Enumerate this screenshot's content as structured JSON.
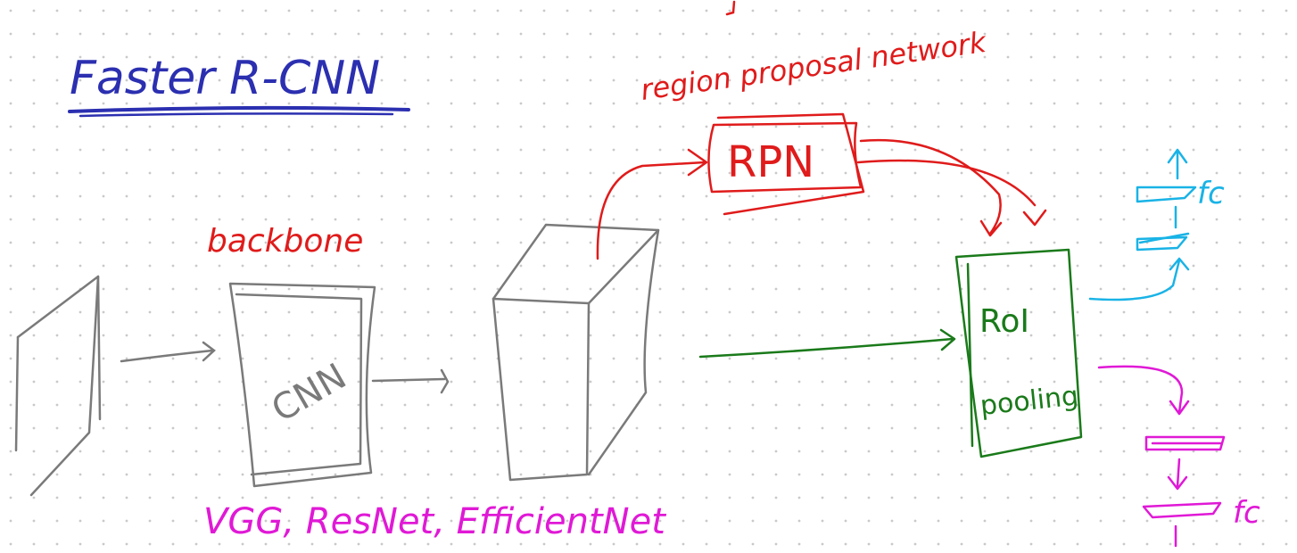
{
  "title": "Faster R-CNN",
  "labels": {
    "rpn_header": "region proposal network",
    "rpn": "RPN",
    "backbone": "backbone",
    "cnn": "CNN",
    "roi_line1": "RoI",
    "roi_line2": "pooling",
    "backbone_examples": "VGG, ResNet, EfficientNet",
    "fc_top": "fc",
    "fc_bottom": "fc"
  },
  "colors": {
    "background": "#ffffff",
    "dot": "#c9c9c9",
    "title_ink": "#2b2fb0",
    "red_ink": "#e01b1b",
    "grey_ink": "#7a7a7a",
    "green_ink": "#1a7a1a",
    "cyan_ink": "#19b3e6",
    "magenta_ink": "#e019d6"
  }
}
